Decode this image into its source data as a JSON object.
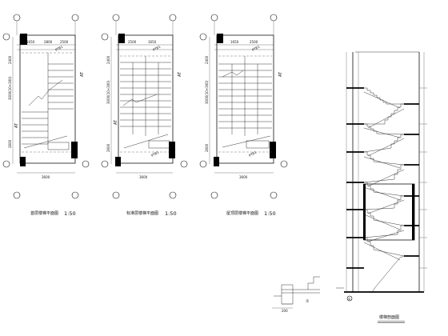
{
  "plans": [
    {
      "title": "首层楼梯平面图",
      "scale": "1:50",
      "width_dim": "3600",
      "left_dims": [
        "2400",
        "2600",
        "3000(10×300)"
      ],
      "top_dims": [
        "1650",
        "2800",
        "2500"
      ]
    },
    {
      "title": "标准层楼梯平面图",
      "scale": "1:50",
      "width_dim": "3600",
      "left_dims": [
        "2400",
        "2600",
        "3000(10×300)"
      ],
      "top_dims": [
        "2500",
        "1650"
      ]
    },
    {
      "title": "屋顶层楼梯平面图",
      "scale": "1:50",
      "width_dim": "3600",
      "left_dims": [
        "2400",
        "2600",
        "3000(10×300)"
      ],
      "top_dims": [
        "1650",
        "2500"
      ]
    }
  ],
  "section": {
    "title": "楼梯剖面图",
    "marker": "①"
  },
  "detail": {
    "title": "①",
    "dim": "200"
  },
  "stair_label": "AT",
  "beam_label": "PTB1"
}
